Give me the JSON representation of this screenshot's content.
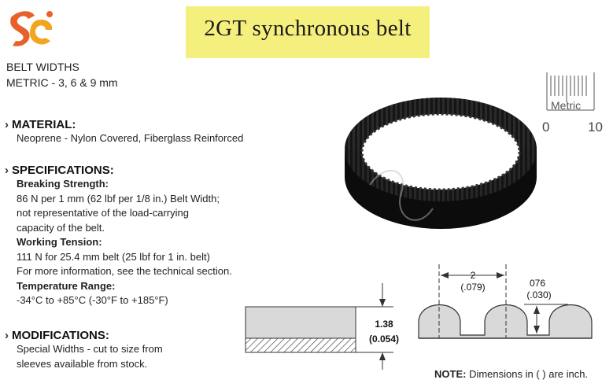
{
  "logo": {
    "icon": "sc-logo"
  },
  "title": "2GT synchronous belt",
  "belt_widths": {
    "heading": "BELT WIDTHS",
    "metric": "METRIC - 3, 6 & 9 mm"
  },
  "material": {
    "heading": "MATERIAL:",
    "text": "Neoprene - Nylon Covered, Fiberglass Reinforced"
  },
  "specifications": {
    "heading": "SPECIFICATIONS:",
    "breaking_heading": "Breaking Strength:",
    "breaking_lines": [
      "86 N per 1 mm (62 lbf per 1/8 in.) Belt Width;",
      "not representative of the load-carrying",
      "capacity of the belt."
    ],
    "working_heading": "Working Tension:",
    "working_lines": [
      "111 N for 25.4 mm belt (25 lbf for 1 in. belt)",
      "For more information, see the technical section."
    ],
    "temp_heading": "Temperature Range:",
    "temp_text": "-34°C to +85°C (-30°F to +185°F)"
  },
  "modifications": {
    "heading": "MODIFICATIONS:",
    "lines": [
      "Special Widths - cut to size from",
      "sleeves available from stock."
    ]
  },
  "metric_scale": {
    "label": "Metric",
    "min": "0",
    "max": "10"
  },
  "dimensions": {
    "pitch_mm": "2",
    "pitch_in": "(.079)",
    "tooth_height_mm": "076",
    "tooth_height_in": "(.030)",
    "belt_height_mm": "1.38",
    "belt_height_in": "(0.054)"
  },
  "note": {
    "label": "NOTE:",
    "text": "Dimensions in ( ) are inch."
  },
  "colors": {
    "title_band": "#f5ef7d",
    "logo_orange": "#e8612c",
    "logo_gold": "#f2a51e"
  }
}
